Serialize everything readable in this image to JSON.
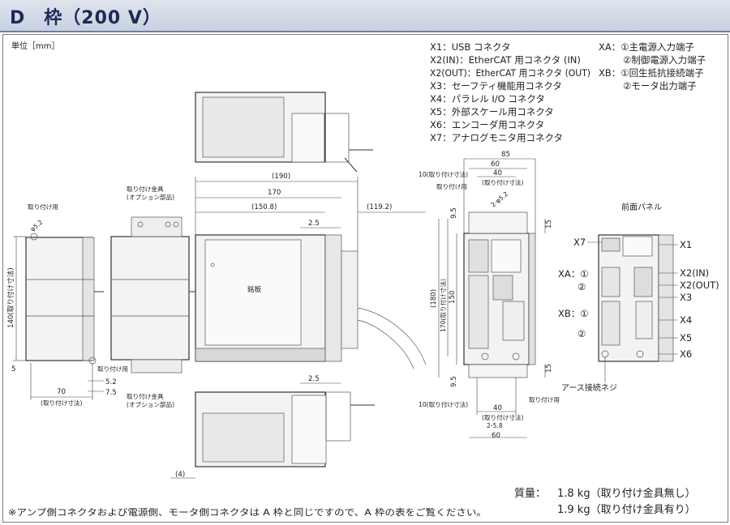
{
  "header": {
    "title": "D　枠（200 V）"
  },
  "unit_label": "単位［mm］",
  "legend": {
    "x": [
      "X1：USB コネクタ",
      "X2(IN)：EtherCAT 用コネクタ (IN)",
      "X2(OUT)：EtherCAT 用コネクタ (OUT)",
      "X3：セーフティ機能用コネクタ",
      "X4：パラレル I/O コネクタ",
      "X5：外部スケール用コネクタ",
      "X6：エンコーダ用コネクタ",
      "X7：アナログモニタ用コネクタ"
    ],
    "xa": [
      "XA：①主電源入力端子",
      "②制御電源入力端子"
    ],
    "xb": [
      "XB：①回生抵抗接続端子",
      "②モータ出力端子"
    ]
  },
  "side_view": {
    "label_mount": "取り付け用",
    "label_phi": "φ5.2",
    "dim_height": "140(取り付け寸法)",
    "dim_5": "5",
    "dim_70": "70",
    "dim_70_note": "(取り付け寸法)",
    "label_mount2": "取り付け用",
    "dim_5_2": "5.2",
    "dim_7_5": "7.5"
  },
  "bracket_view": {
    "label_top": "取り付け金具",
    "label_top2": "(オプション部品)",
    "label_bottom": "取り付け金具",
    "label_bottom2": "(オプション部品)"
  },
  "main_view": {
    "dim_190": "(190)",
    "dim_170": "170",
    "dim_150_8": "(150.8)",
    "dim_119_2": "(119.2)",
    "dim_2_5_top": "2.5",
    "dim_2_5_bot": "2.5",
    "nameplate": "銘板",
    "dim_4": "(4)"
  },
  "front_view": {
    "dim_85": "85",
    "dim_60_top": "60",
    "dim_40_top": "40",
    "dim_40_note": "(取り付け寸法)",
    "dim_10_top": "10(取り付け寸法)",
    "label_mount_top": "取り付け用",
    "label_phi": "2-φ5.2",
    "dim_9_5_top": "9.5",
    "dim_15_top": "15",
    "dim_180": "(180)",
    "dim_170_note": "170(取り付け寸法)",
    "dim_150": "150",
    "dim_15_bot": "15",
    "dim_9_5_bot": "9.5",
    "dim_10_bot": "10(取り付け寸法)",
    "label_mount_bot": "取り付け用",
    "dim_40_bot": "40",
    "dim_40_bot_note": "(取り付け寸法)",
    "label_2_5_8": "2-5.8",
    "dim_60_bot": "60"
  },
  "panel_view": {
    "title": "前面パネル",
    "x7": "X7",
    "x1": "X1",
    "xa": "XA：①",
    "xa2": "②",
    "x2in": "X2(IN)",
    "x2out": "X2(OUT)",
    "x3": "X3",
    "xb": "XB：①",
    "xb2": "②",
    "x4": "X4",
    "x5": "X5",
    "x6": "X6",
    "ground": "アース接続ネジ"
  },
  "weight": {
    "label": "質量：",
    "w1": "1.8 kg（取り付け金具無し）",
    "w2": "1.9 kg（取り付け金具有り）"
  },
  "footnote": "※アンプ側コネクタおよび電源側、モータ側コネクタは A 枠と同じですので、A 枠の表をご覧ください。"
}
